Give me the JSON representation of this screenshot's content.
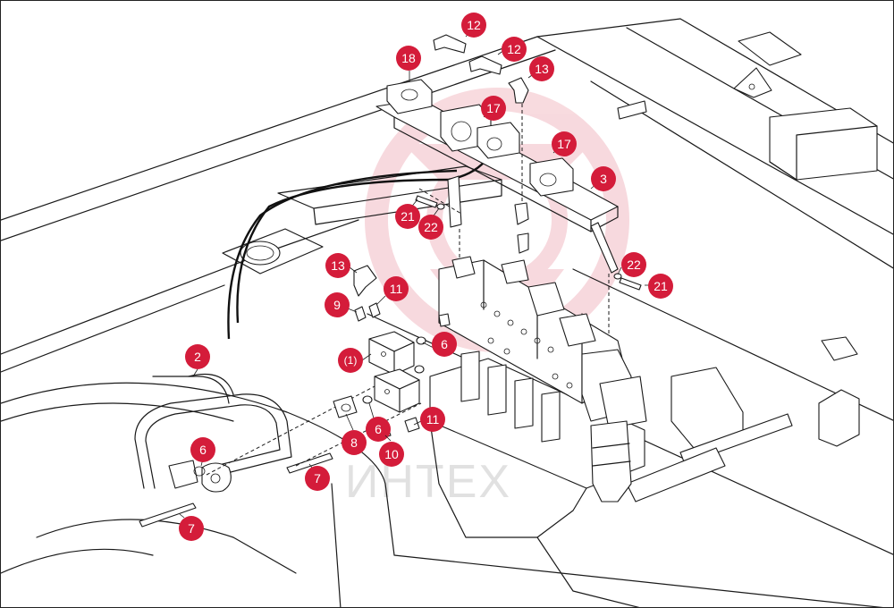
{
  "watermark": {
    "text": "ИНТЕХ",
    "color": "#d41c3a"
  },
  "callout_color": "#d41c3a",
  "callouts": [
    {
      "label": "12"
    },
    {
      "label": "12"
    },
    {
      "label": "13"
    },
    {
      "label": "18"
    },
    {
      "label": "17"
    },
    {
      "label": "17"
    },
    {
      "label": "3"
    },
    {
      "label": "21"
    },
    {
      "label": "22"
    },
    {
      "label": "13"
    },
    {
      "label": "11"
    },
    {
      "label": "9"
    },
    {
      "label": "22"
    },
    {
      "label": "21"
    },
    {
      "label": "2"
    },
    {
      "label": "(1)"
    },
    {
      "label": "6"
    },
    {
      "label": "6"
    },
    {
      "label": "6"
    },
    {
      "label": "8"
    },
    {
      "label": "11"
    },
    {
      "label": "10"
    },
    {
      "label": "7"
    },
    {
      "label": "7"
    }
  ]
}
